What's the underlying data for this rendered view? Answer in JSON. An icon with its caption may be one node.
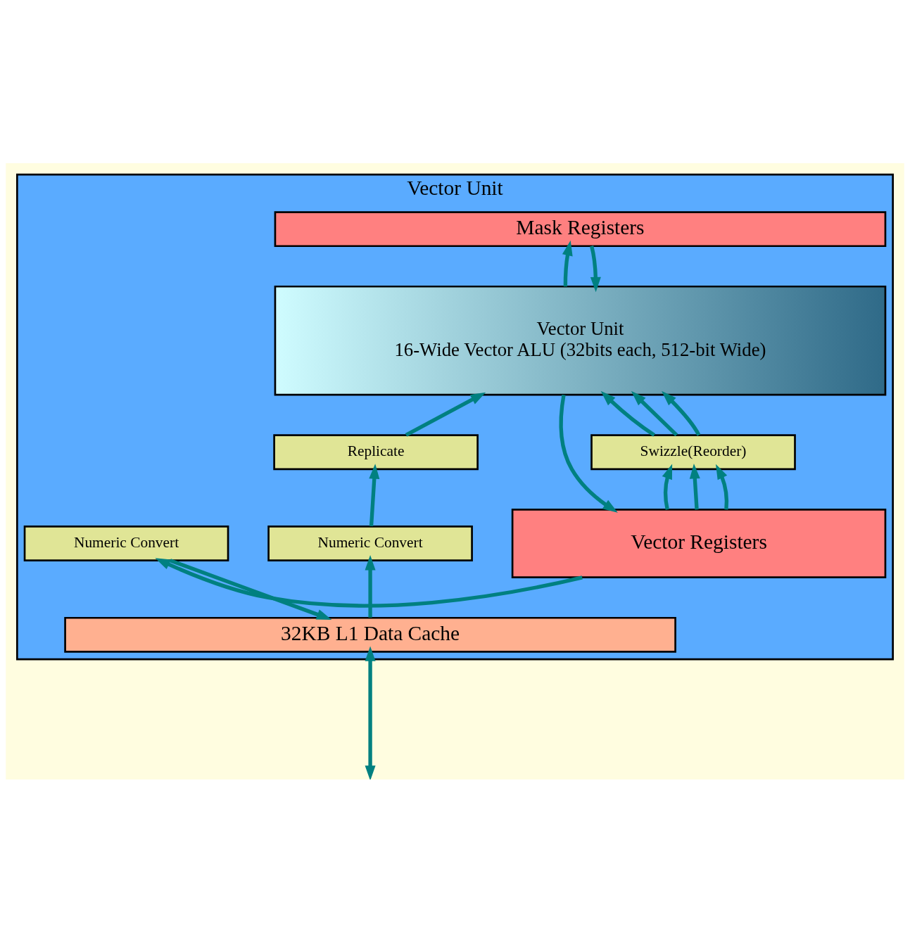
{
  "diagram": {
    "nodes": [
      {
        "text": [
          "Vector Unit"
        ]
      },
      {
        "text": [
          "Mask Registers"
        ],
        "in": 0
      },
      {
        "text": [
          "Vector Unit",
          "16-Wide Vector ALU (32bits each, 512-bit Wide)"
        ],
        "in": 0
      },
      {
        "text": [
          "Replicate"
        ],
        "in": 0
      },
      {
        "text": [
          "Swizzle(Reorder)"
        ],
        "in": 0
      },
      {
        "text": [
          "Numeric Convert"
        ],
        "in": 0
      },
      {
        "text": [
          "Vector Registers"
        ],
        "in": 0
      },
      {
        "text": [
          "Numeric Convert"
        ],
        "in": 0
      },
      {
        "text": [
          "32KB L1 Data Cache"
        ],
        "in": 0
      }
    ],
    "edges": [
      {
        "from": 2,
        "to": 1,
        "arrow": "to"
      },
      {
        "from": 1,
        "to": 2,
        "arrow": "to"
      },
      {
        "from": 3,
        "to": 2,
        "arrow": "to"
      },
      {
        "from": 4,
        "to": 2,
        "arrow": "to"
      },
      {
        "from": 4,
        "to": 2,
        "arrow": "to"
      },
      {
        "from": 4,
        "to": 2,
        "arrow": "to"
      },
      {
        "from": 5,
        "to": 3,
        "arrow": "to"
      },
      {
        "from": 2,
        "to": 6,
        "arrow": "to"
      },
      {
        "from": 6,
        "to": 4,
        "arrow": "to"
      },
      {
        "from": 6,
        "to": 4,
        "arrow": "to"
      },
      {
        "from": 6,
        "to": 4,
        "arrow": "to"
      },
      {
        "from": 6,
        "to": 7,
        "arrow": "to"
      },
      {
        "from": 7,
        "to": 8,
        "arrow": "to"
      },
      {
        "from": 8,
        "to": 5,
        "arrow": "to"
      },
      {
        "from": null,
        "to": 8,
        "arrow": "both"
      }
    ]
  }
}
